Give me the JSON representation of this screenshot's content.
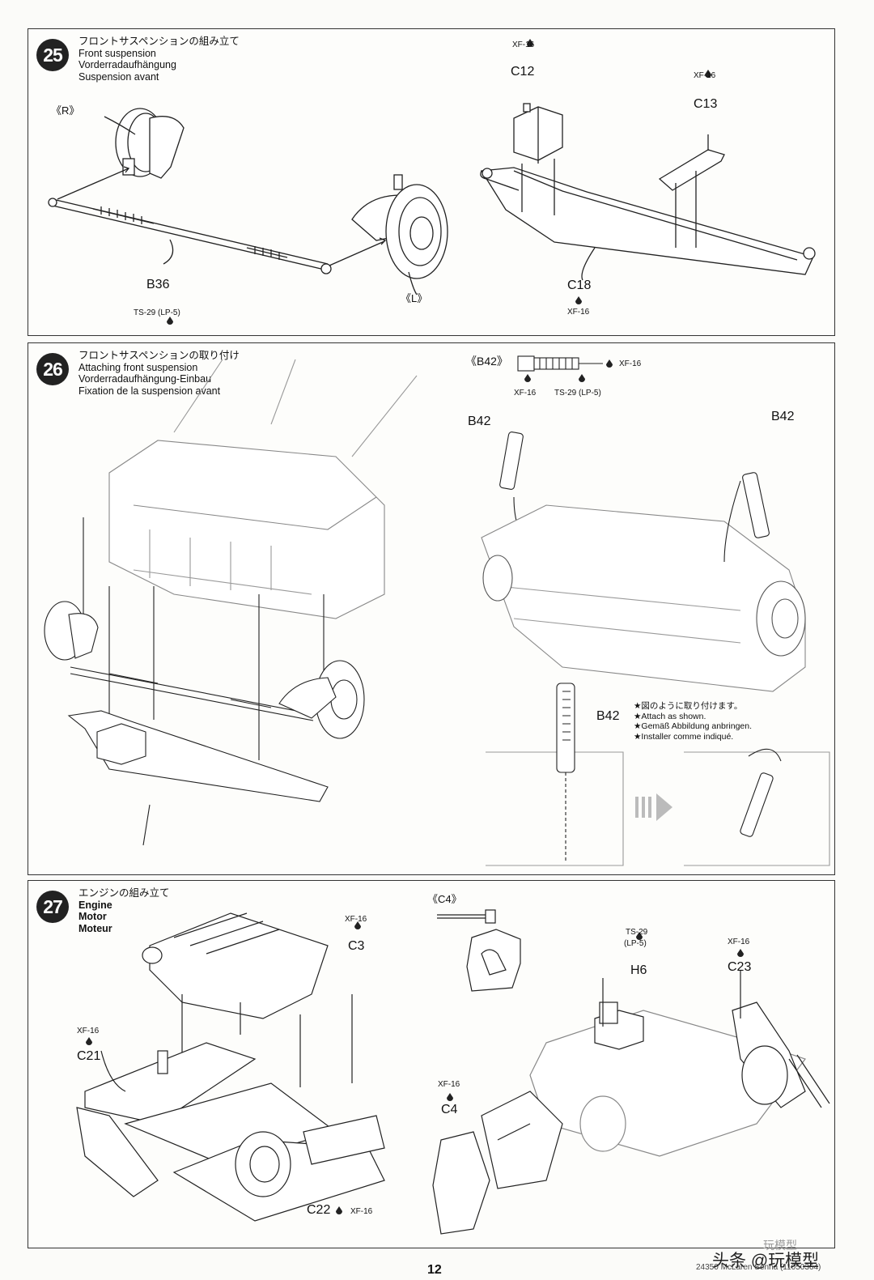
{
  "page_number": "12",
  "footer_code": "24350 McLaren Senna (11050364)",
  "watermark": {
    "main": "头条 @玩模型",
    "faint": "玩模型"
  },
  "steps": [
    {
      "number": "25",
      "titles": [
        "フロントサスペンションの組み立て",
        "Front suspension",
        "Vorderradaufhängung",
        "Suspension avant"
      ],
      "labels": {
        "r": "《R》",
        "l": "《L》",
        "b36": "B36",
        "b36_paint": "TS-29 (LP-5)",
        "c12_paint": "XF-16",
        "c12": "C12",
        "c13_paint": "XF-16",
        "c13": "C13",
        "c18": "C18",
        "c18_paint": "XF-16"
      }
    },
    {
      "number": "26",
      "titles": [
        "フロントサスペンションの取り付け",
        "Attaching front suspension",
        "Vorderradaufhängung-Einbau",
        "Fixation de la suspension avant"
      ],
      "labels": {
        "b42_detail": "《B42》",
        "b42_paint_right": "XF-16",
        "b42_paint_a": "XF-16",
        "b42_paint_b": "TS-29 (LP-5)",
        "b42_left": "B42",
        "b42_right": "B42",
        "b42_inset": "B42"
      },
      "note": [
        "★図のように取り付けます。",
        "★Attach as shown.",
        "★Gemäß Abbildung anbringen.",
        "★Installer comme indiqué."
      ]
    },
    {
      "number": "27",
      "titles": [
        "エンジンの組み立て",
        "Engine",
        "Motor",
        "Moteur"
      ],
      "labels": {
        "c4_detail": "《C4》",
        "c3_paint": "XF-16",
        "c3": "C3",
        "c21_paint": "XF-16",
        "c21": "C21",
        "c22": "C22",
        "c22_paint": "XF-16",
        "h6_paint_a": "TS-29",
        "h6_paint_b": "(LP-5)",
        "h6": "H6",
        "c23_paint": "XF-16",
        "c23": "C23",
        "c4_paint": "XF-16",
        "c4": "C4"
      }
    }
  ]
}
